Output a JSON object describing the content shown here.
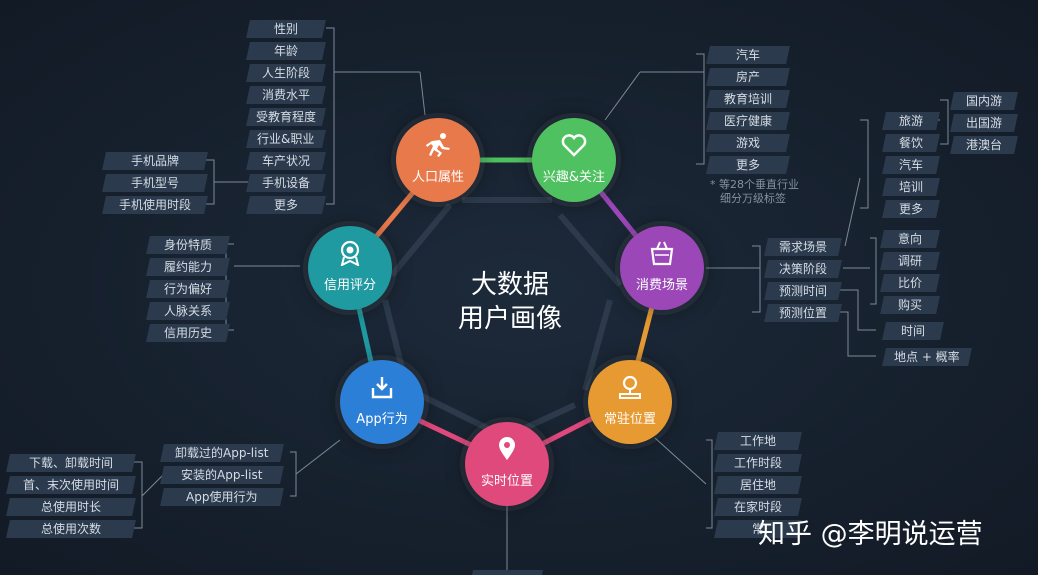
{
  "center": {
    "line1": "大数据",
    "line2": "用户画像"
  },
  "nodes": {
    "person": {
      "label": "人口属性",
      "color": "#e8794a"
    },
    "interest": {
      "label": "兴趣&关注",
      "color": "#4fc160"
    },
    "consume": {
      "label": "消费场景",
      "color": "#9b47b8"
    },
    "location": {
      "label": "常驻位置",
      "color": "#e79a31"
    },
    "realtime": {
      "label": "实时位置",
      "color": "#e0497c"
    },
    "app": {
      "label": "App行为",
      "color": "#2b7fd6"
    },
    "credit": {
      "label": "信用评分",
      "color": "#1f9aa0"
    }
  },
  "person_tags": [
    "性别",
    "年龄",
    "人生阶段",
    "消费水平",
    "受教育程度",
    "行业&职业",
    "车产状况",
    "手机设备",
    "更多"
  ],
  "device_tags": [
    "手机品牌",
    "手机型号",
    "手机使用时段"
  ],
  "interest_tags": [
    "汽车",
    "房产",
    "教育培训",
    "医疗健康",
    "游戏",
    "更多"
  ],
  "interest_note": [
    "* 等28个垂直行业",
    "细分万级标签"
  ],
  "consume_tags": [
    "需求场景",
    "决策阶段",
    "预测时间",
    "预测位置"
  ],
  "scene_tags": [
    "旅游",
    "餐饮",
    "汽车",
    "培训",
    "更多"
  ],
  "travel_tags": [
    "国内游",
    "出国游",
    "港澳台"
  ],
  "stage_tags": [
    "意向",
    "调研",
    "比价",
    "购买"
  ],
  "time_tag": "时间",
  "place_tag": "地点 + 概率",
  "credit_tags": [
    "身份特质",
    "履约能力",
    "行为偏好",
    "人脉关系",
    "信用历史"
  ],
  "app_tags": [
    "卸载过的App-list",
    "安装的App-list",
    "App使用行为"
  ],
  "app_sub_tags": [
    "下载、卸载时间",
    "首、末次使用时间",
    "总使用时长",
    "总使用次数"
  ],
  "location_tags": [
    "工作地",
    "工作时段",
    "居住地",
    "在家时段",
    "常"
  ],
  "watermark": "知乎 @李明说运营",
  "icons": {
    "person": "running-icon",
    "interest": "heart-icon",
    "consume": "bag-icon",
    "location": "pin-icon",
    "realtime": "map-pin-icon",
    "app": "download-icon",
    "credit": "medal-icon"
  }
}
